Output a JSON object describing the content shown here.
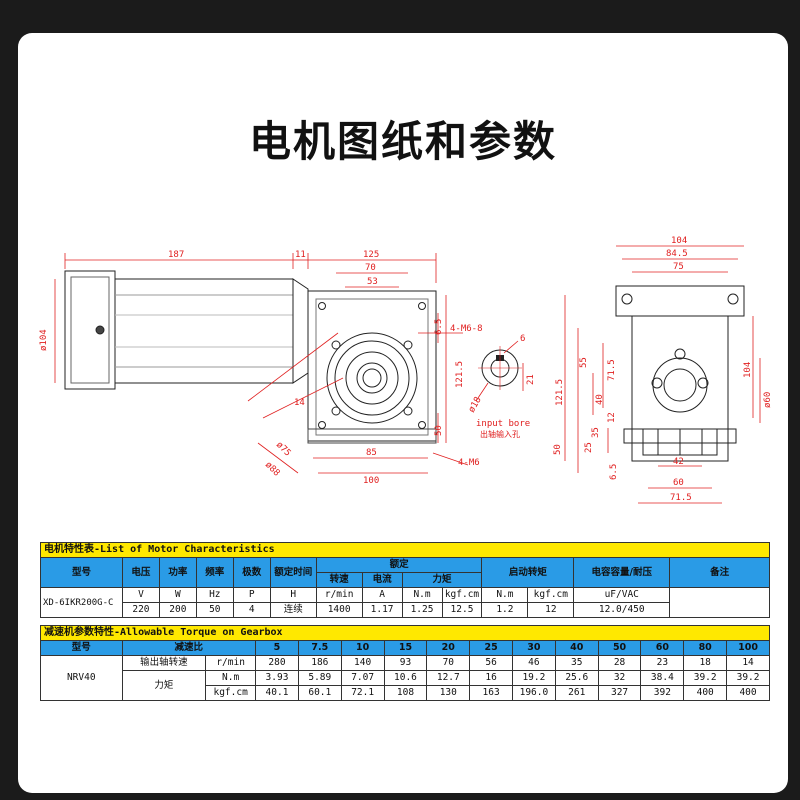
{
  "title": "电机图纸和参数",
  "drawing": {
    "side_view": {
      "dims": {
        "d187": "187",
        "d11": "11",
        "d125": "125",
        "d70": "70",
        "d53": "53",
        "d104": "ø104",
        "d6_5": "6.5",
        "d4m6_8": "4-M6-8",
        "d121_5": "121.5",
        "d14": "14",
        "d50": "50",
        "d75": "ø75",
        "d88": "ø88",
        "d85": "85",
        "d100": "100",
        "d4m6": "4-M6"
      }
    },
    "bore_detail": {
      "dims": {
        "d6": "6",
        "d18": "ø18",
        "d21": "21"
      },
      "label_en": "input bore",
      "label_cn": "出轴输入孔"
    },
    "front_view": {
      "dims": {
        "d104": "104",
        "d84_5": "84.5",
        "d75": "75",
        "d71_5": "71.5",
        "d55": "55",
        "d40": "40",
        "d121_5": "121.5",
        "d104b": "104",
        "d60": "ø60",
        "d12": "12",
        "d35": "35",
        "d50": "50",
        "d25": "25",
        "d42": "42",
        "d6_5": "6.5",
        "d60b": "60",
        "d71_5b": "71.5"
      }
    }
  },
  "motor_table": {
    "header": "电机特性表-List of Motor Characteristics",
    "cols": {
      "model": "型号",
      "voltage": "电压",
      "power": "功率",
      "freq": "频率",
      "poles": "极数",
      "rated_time": "额定时间",
      "rated": "额定",
      "speed": "转速",
      "current": "电流",
      "torque": "力矩",
      "start_torque": "启动转矩",
      "capacitor": "电容容量/耐压",
      "note": "备注"
    },
    "units": {
      "v": "V",
      "w": "W",
      "hz": "Hz",
      "p": "P",
      "h": "H",
      "rmin": "r/min",
      "a": "A",
      "nm": "N.m",
      "kgf": "kgf.cm",
      "nm2": "N.m",
      "kgf2": "kgf.cm",
      "uf": "uF/VAC"
    },
    "row": {
      "model": "XD-6IKR200G-C",
      "v": "220",
      "w": "200",
      "hz": "50",
      "p": "4",
      "h": "连续",
      "rmin": "1400",
      "a": "1.17",
      "nm": "1.25",
      "kgf": "12.5",
      "nm2": "1.2",
      "kgf2": "12",
      "uf": "12.0/450"
    }
  },
  "gear_table": {
    "header": "减速机参数特性-Allowable Torque on Gearbox",
    "model_label": "型号",
    "ratio_label": "减速比",
    "ratios": [
      "5",
      "7.5",
      "10",
      "15",
      "20",
      "25",
      "30",
      "40",
      "50",
      "60",
      "80",
      "100"
    ],
    "model": "NRV40",
    "speed_label": "输出轴转速",
    "speed_unit": "r/min",
    "speeds": [
      "280",
      "186",
      "140",
      "93",
      "70",
      "56",
      "46",
      "35",
      "28",
      "23",
      "18",
      "14"
    ],
    "torque_label": "力矩",
    "nm_unit": "N.m",
    "nm": [
      "3.93",
      "5.89",
      "7.07",
      "10.6",
      "12.7",
      "16",
      "19.2",
      "25.6",
      "32",
      "38.4",
      "39.2",
      "39.2"
    ],
    "kgf_unit": "kgf.cm",
    "kgf": [
      "40.1",
      "60.1",
      "72.1",
      "108",
      "130",
      "163",
      "196.0",
      "261",
      "327",
      "392",
      "400",
      "400"
    ]
  }
}
